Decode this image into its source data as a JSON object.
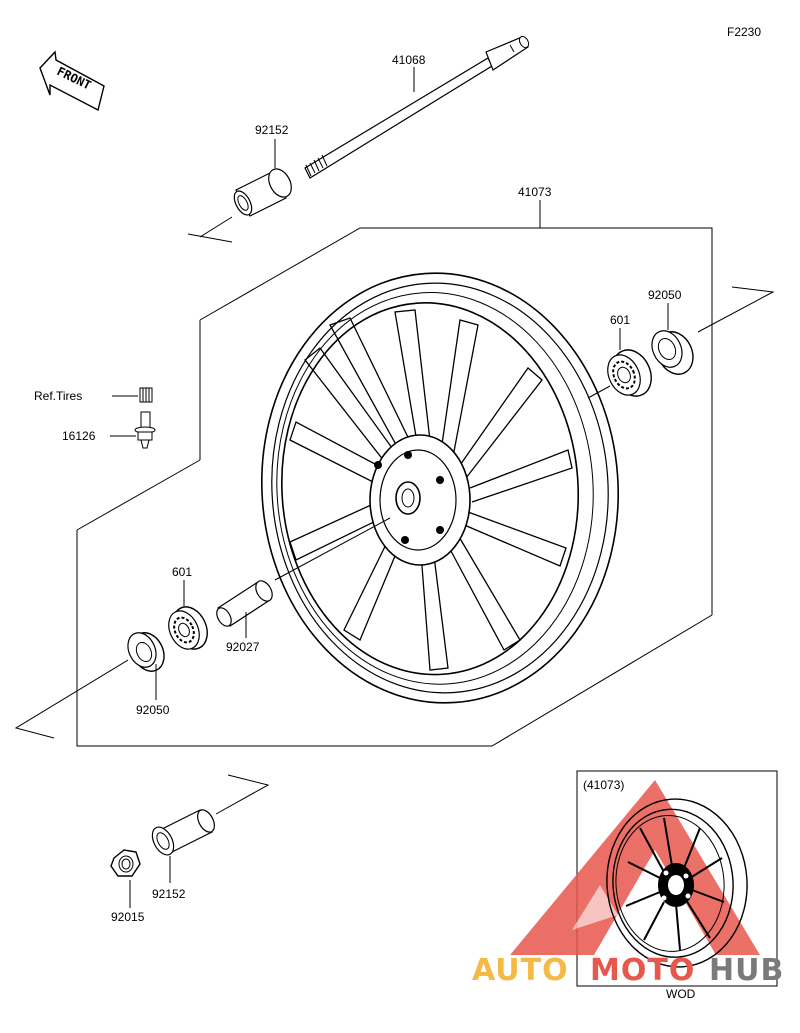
{
  "diagram": {
    "code": "F2230",
    "front_label": "FRONT",
    "inset_title": "(41073)",
    "inset_caption": "WOD",
    "parts": [
      {
        "id": "axle",
        "label": "41068"
      },
      {
        "id": "collar-top",
        "label": "92152"
      },
      {
        "id": "wheel",
        "label": "41073"
      },
      {
        "id": "seal-right",
        "label": "92050"
      },
      {
        "id": "bearing-right",
        "label": "601"
      },
      {
        "id": "valve-cap",
        "label": "Ref.Tires"
      },
      {
        "id": "valve",
        "label": "16126"
      },
      {
        "id": "bearing-left",
        "label": "601"
      },
      {
        "id": "spacer",
        "label": "92027"
      },
      {
        "id": "seal-left",
        "label": "92050"
      },
      {
        "id": "collar-bottom",
        "label": "92152"
      },
      {
        "id": "nut",
        "label": "92015"
      }
    ]
  },
  "watermark": {
    "part1": "AUTO",
    "part2": "MOTO",
    "part3": "HUB",
    "color1": "#f5b945",
    "color2": "#e8574c",
    "color3": "#7a7a7a",
    "triangle_color": "#e8574c"
  }
}
